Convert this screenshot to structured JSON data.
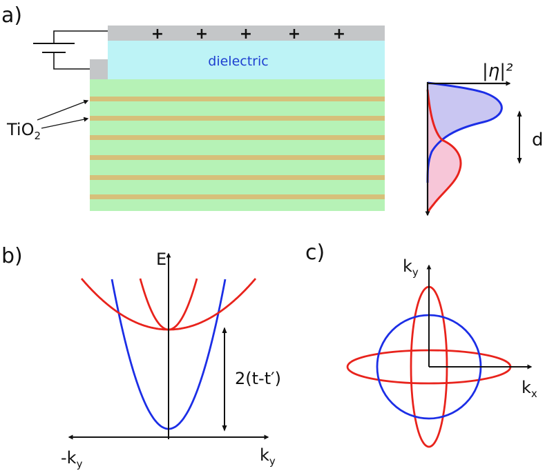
{
  "panel_a": {
    "label": "a)",
    "dielectric_label": "dielectric",
    "plus_signs": [
      "+",
      "+",
      "+",
      "+",
      "+"
    ],
    "tio2_label_main": "TiO",
    "tio2_label_sub": "2",
    "profile_axis_label": "|η|²",
    "d_label": "d",
    "colors": {
      "gate_metal": "#c4c6c8",
      "dielectric": "#bdf3f6",
      "substrate": "#b6f2b6",
      "tio2_layers": "#d6c07a",
      "upper_subband_curve": "#1c2ee6",
      "upper_subband_fill": "#c9c6f2",
      "lower_subband_curve": "#e8231c",
      "lower_subband_fill": "#f6c0d4"
    }
  },
  "panel_b": {
    "label": "b)",
    "y_axis_label": "E",
    "x_left_main": "-k",
    "x_left_sub": "y",
    "x_right_main": "k",
    "x_right_sub": "y",
    "gap_label": "2(t-t′)",
    "colors": {
      "xy_band": "#1c2ee6",
      "xz_yz_bands": "#e8231c"
    }
  },
  "panel_c": {
    "label": "c)",
    "y_axis_main": "k",
    "y_axis_sub": "y",
    "x_axis_main": "k",
    "x_axis_sub": "x",
    "colors": {
      "circle": "#1c2ee6",
      "ellipses": "#e8231c"
    }
  }
}
